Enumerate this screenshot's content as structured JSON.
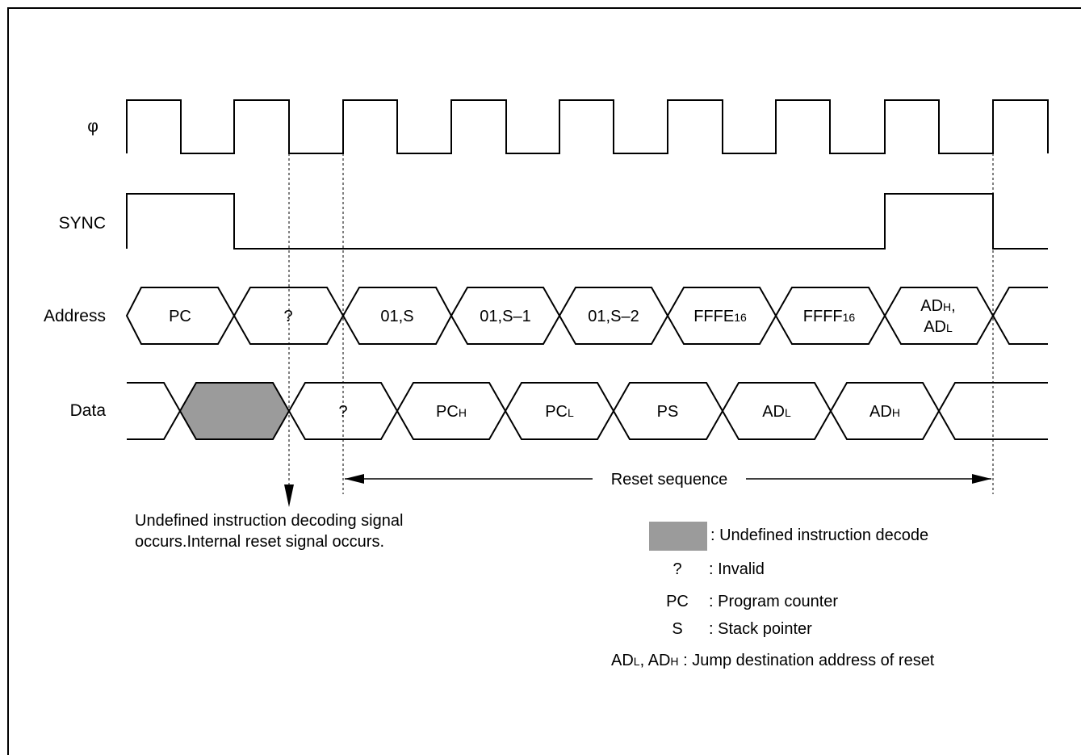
{
  "signals": {
    "clock": "φ",
    "sync": "SYNC",
    "address": "Address",
    "data": "Data"
  },
  "address_cells": [
    {
      "main": "PC",
      "sub": ""
    },
    {
      "main": "?",
      "sub": ""
    },
    {
      "main": "01,S",
      "sub": ""
    },
    {
      "main": "01,S–1",
      "sub": ""
    },
    {
      "main": "01,S–2",
      "sub": ""
    },
    {
      "main": "FFFE",
      "sub": "16"
    },
    {
      "main": "FFFF",
      "sub": "16"
    },
    {
      "line1": "AD",
      "line1_sub": "H",
      "line1_tail": ",",
      "line2": "AD",
      "line2_sub": "L"
    }
  ],
  "data_cells": [
    {
      "main": "?",
      "sub": ""
    },
    {
      "main": "PC",
      "sub": "H"
    },
    {
      "main": "PC",
      "sub": "L"
    },
    {
      "main": "PS",
      "sub": ""
    },
    {
      "main": "AD",
      "sub": "L"
    },
    {
      "main": "AD",
      "sub": "H"
    }
  ],
  "reset_sequence_label": "Reset sequence",
  "note": {
    "line1": "Undefined instruction decoding signal",
    "line2": "occurs.Internal reset signal occurs."
  },
  "legend": {
    "undefined": ": Undefined instruction decode",
    "items": [
      {
        "symbol": "?",
        "text": ": Invalid"
      },
      {
        "symbol": "PC",
        "text": ": Program counter"
      },
      {
        "symbol": "S",
        "text": ": Stack pointer"
      }
    ],
    "jump": {
      "a": "AD",
      "a_sub": "L",
      "sep": ", ",
      "b": "AD",
      "b_sub": "H",
      "text": " : Jump destination address of reset"
    }
  },
  "colors": {
    "undefined_fill": "#9b9b9b",
    "line": "#000000",
    "background": "#ffffff"
  }
}
